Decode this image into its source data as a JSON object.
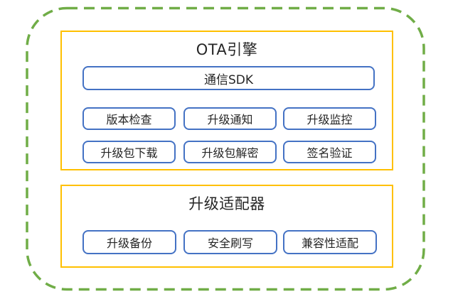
{
  "engine": {
    "title": "OTA引擎",
    "sdk_label": "通信SDK",
    "modules": [
      "版本检查",
      "升级通知",
      "升级监控",
      "升级包下载",
      "升级包解密",
      "签名验证"
    ]
  },
  "adapter": {
    "title": "升级适配器",
    "modules": [
      "升级备份",
      "安全刷写",
      "兼容性适配"
    ]
  },
  "colors": {
    "outer_dashed_border": "#70AD47",
    "section_border": "#FFC000",
    "module_border": "#4472C4",
    "text": "#262626",
    "background": "#FFFFFF"
  }
}
